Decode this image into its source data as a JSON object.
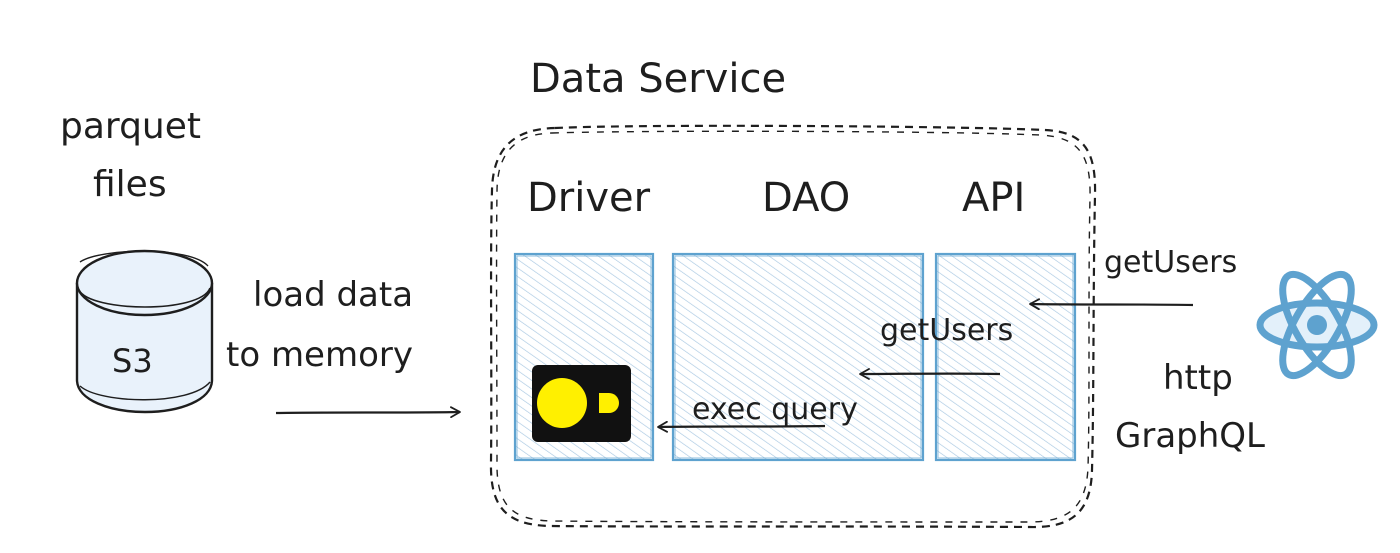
{
  "diagram": {
    "service_title": "Data Service",
    "source": {
      "label_line1": "parquet",
      "label_line2": "files",
      "storage_label": "S3"
    },
    "load_label_line1": "load data",
    "load_label_line2": "to memory",
    "layers": {
      "driver": "Driver",
      "dao": "DAO",
      "api": "API"
    },
    "arrows": {
      "client_to_api": "getUsers",
      "api_to_dao": "getUsers",
      "dao_to_driver": "exec query"
    },
    "client": {
      "protocol_line1": "http",
      "protocol_line2": "GraphQL"
    },
    "colors": {
      "stroke": "#1e1e1e",
      "layer_stroke": "#5ea2cf",
      "layer_hatch": "#a8c8e2",
      "s3_fill": "#e9f2fb",
      "react_blue": "#5ea2cf",
      "react_fill": "#e3f0fa",
      "driver_logo_bg": "#111111",
      "driver_logo_yellow": "#fff000"
    }
  }
}
